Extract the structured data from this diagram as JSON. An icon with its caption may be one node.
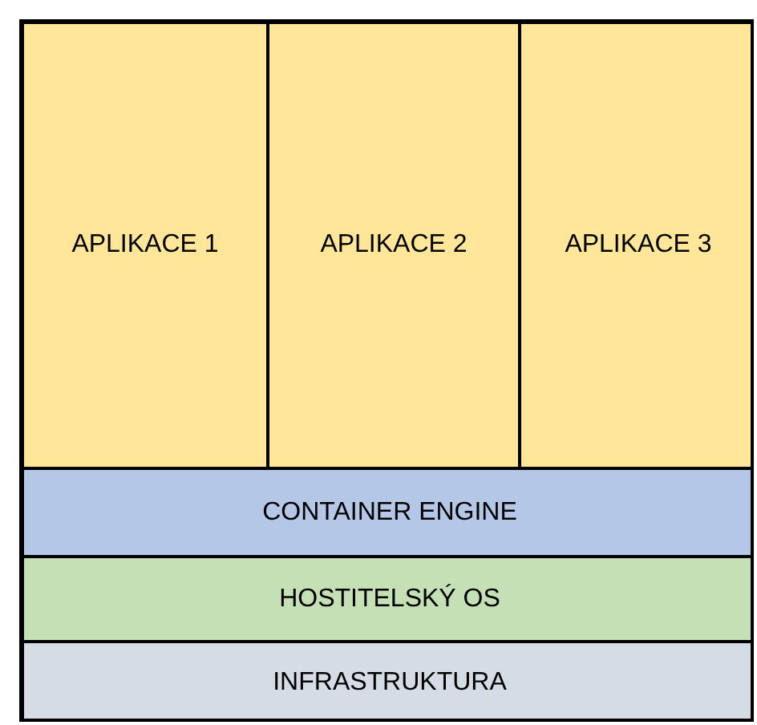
{
  "diagram": {
    "nodes": [
      {
        "text": [
          "APLIKACE 1"
        ]
      },
      {
        "text": [
          "APLIKACE 2"
        ]
      },
      {
        "text": [
          "APLIKACE 3"
        ]
      },
      {
        "text": [
          "CONTAINER ENGINE"
        ]
      },
      {
        "text": [
          "HOSTITELSKÝ OS"
        ]
      },
      {
        "text": [
          "INFRASTRUKTURA"
        ]
      }
    ],
    "edges": []
  }
}
